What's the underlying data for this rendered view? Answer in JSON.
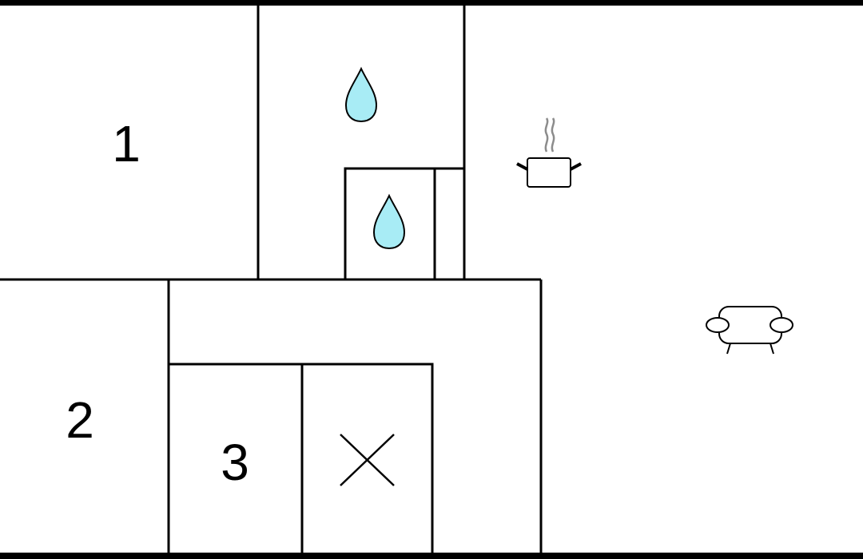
{
  "floor_plan": {
    "rooms": [
      {
        "id": "room-1",
        "label": "1"
      },
      {
        "id": "room-2",
        "label": "2"
      },
      {
        "id": "room-3",
        "label": "3"
      }
    ],
    "icons": [
      "water-drop-icon",
      "water-drop-icon",
      "cooking-pot-icon",
      "sofa-icon",
      "cross-icon"
    ],
    "colors": {
      "walls": "#000000",
      "background": "#ffffff",
      "water": "#a8ecf5",
      "steam": "#8c8c8c"
    }
  }
}
